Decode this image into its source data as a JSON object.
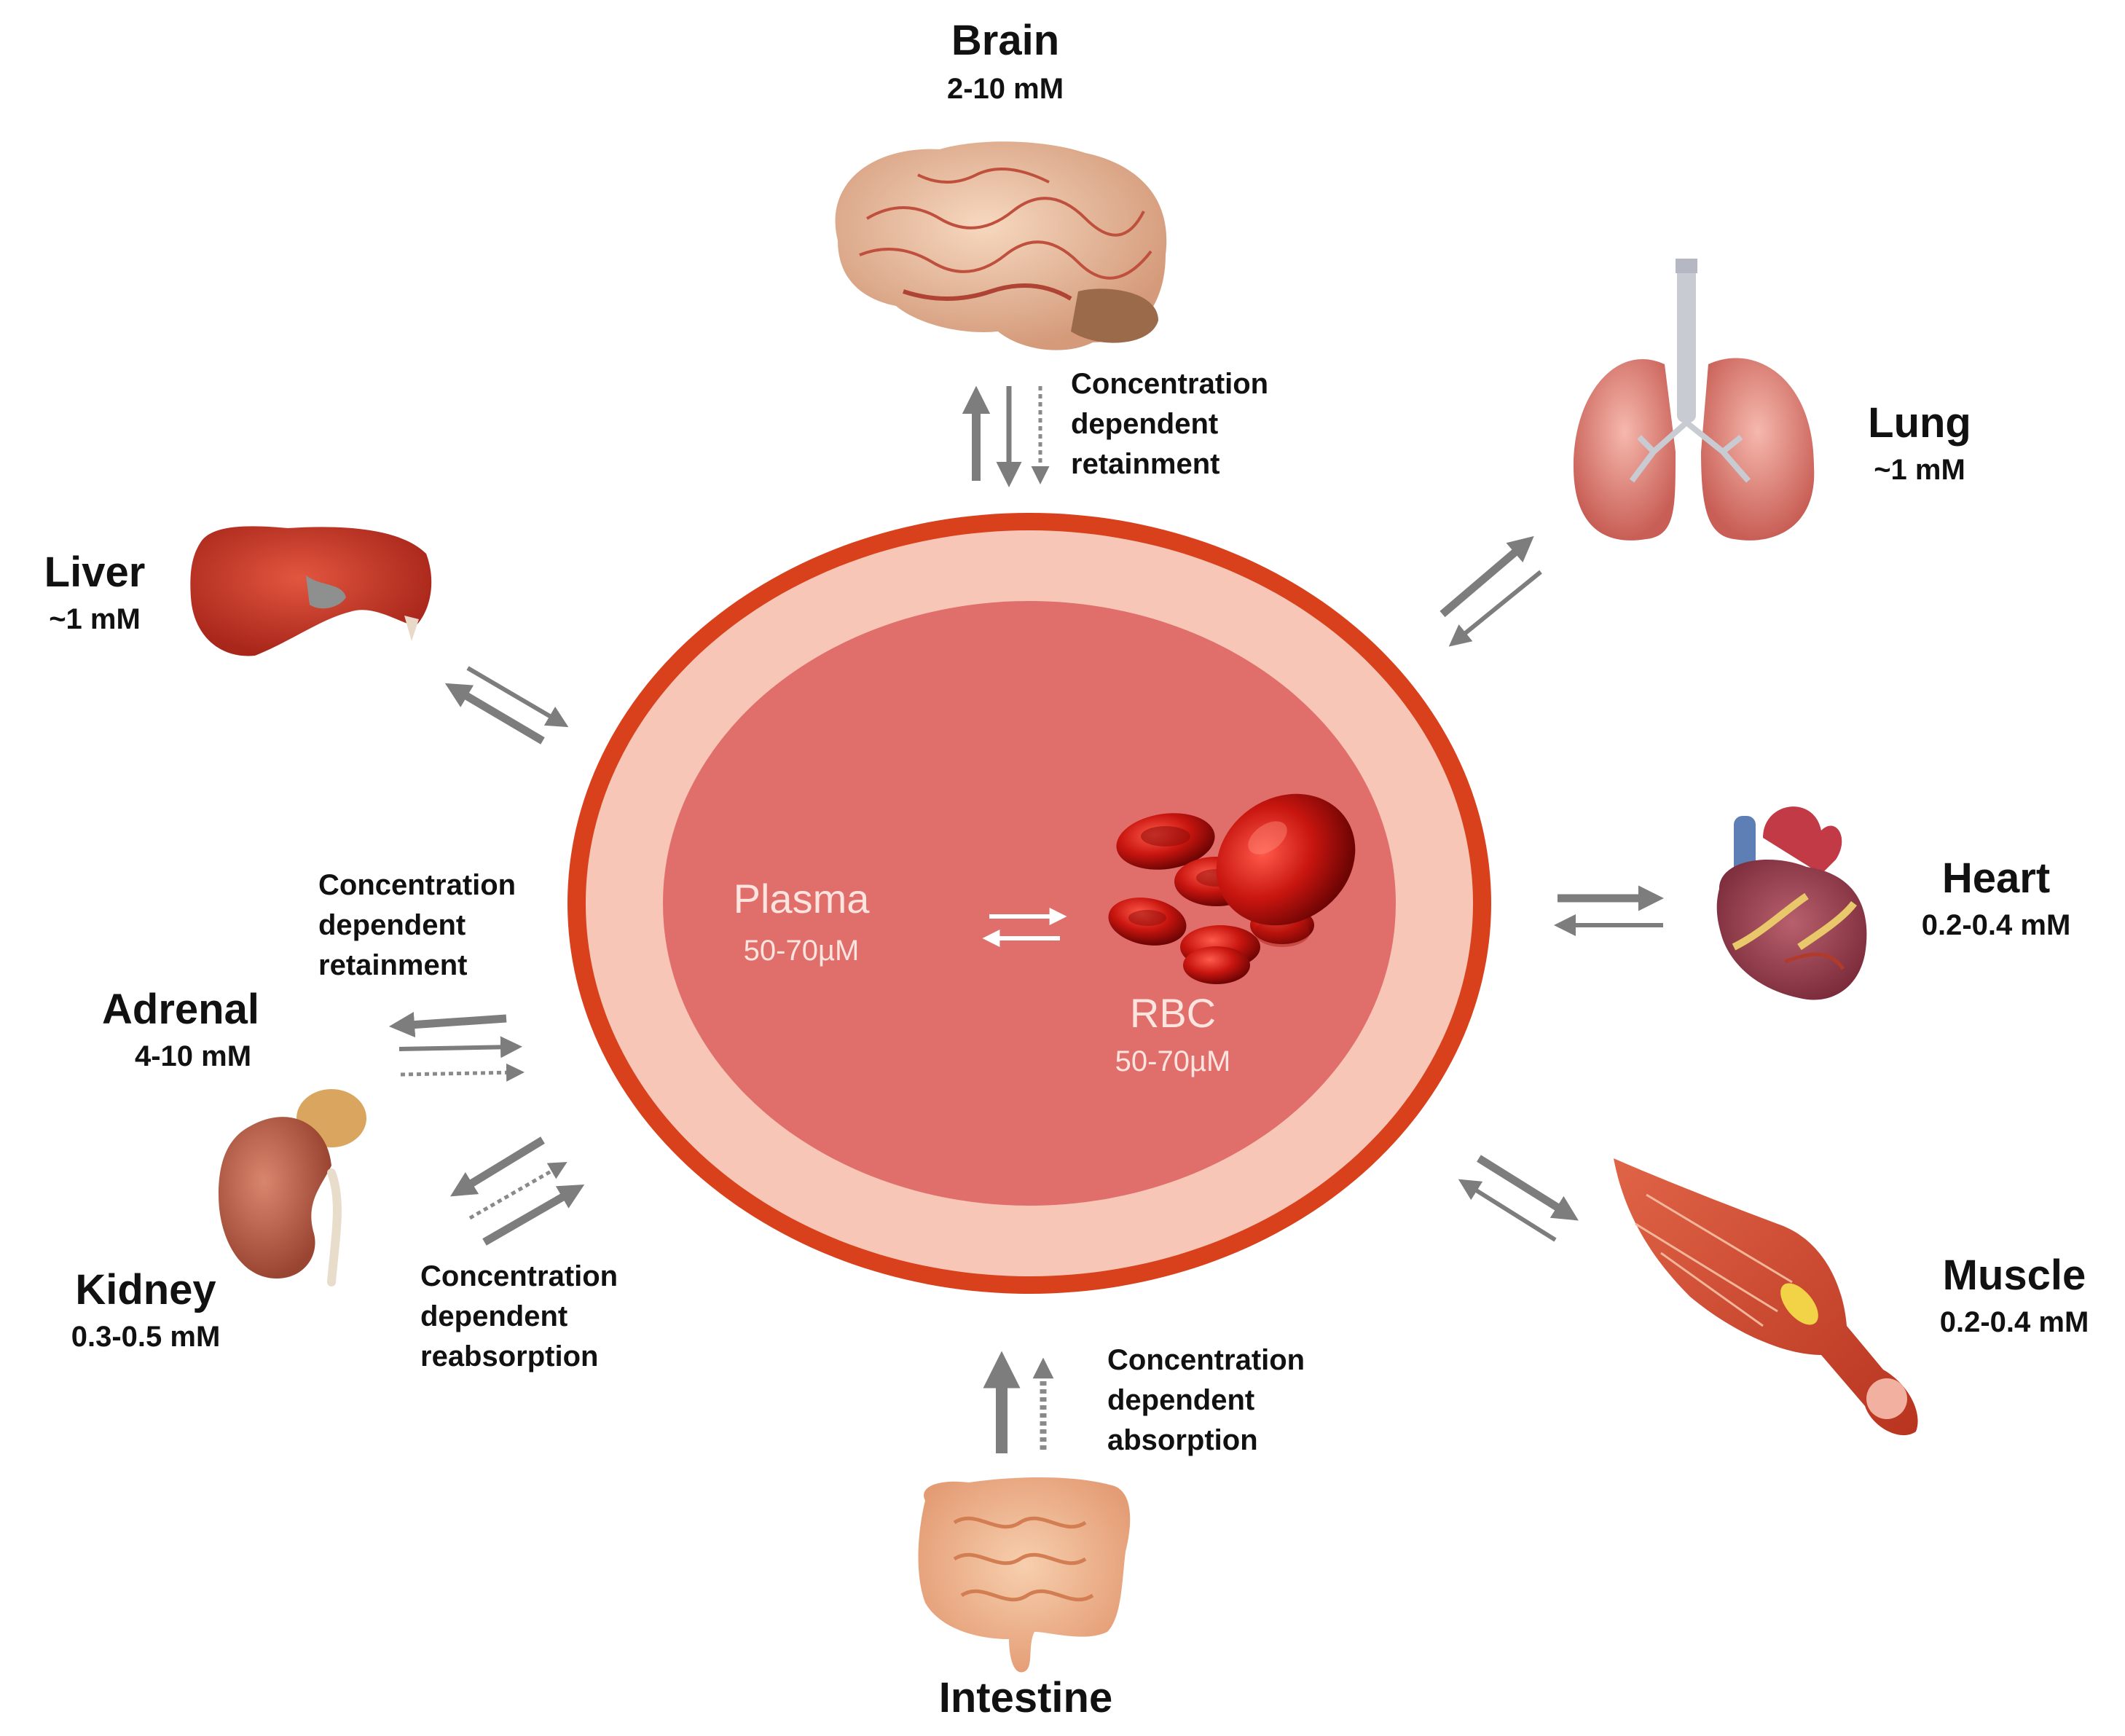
{
  "center": {
    "plasma": {
      "name": "Plasma",
      "conc": "50-70µM"
    },
    "rbc": {
      "name": "RBC",
      "conc": "50-70µM"
    }
  },
  "organs": {
    "brain": {
      "name": "Brain",
      "conc": "2-10 mM"
    },
    "lung": {
      "name": "Lung",
      "conc": "~1 mM"
    },
    "liver": {
      "name": "Liver",
      "conc": "~1 mM"
    },
    "heart": {
      "name": "Heart",
      "conc": "0.2-0.4 mM"
    },
    "adrenal": {
      "name": "Adrenal",
      "conc": "4-10 mM"
    },
    "kidney": {
      "name": "Kidney",
      "conc": "0.3-0.5 mM"
    },
    "muscle": {
      "name": "Muscle",
      "conc": "0.2-0.4 mM"
    },
    "intestine": {
      "name": "Intestine",
      "conc": ""
    }
  },
  "notes": {
    "brain": [
      "Concentration",
      "dependent",
      "retainment"
    ],
    "adrenal": [
      "Concentration",
      "dependent",
      "retainment"
    ],
    "kidney": [
      "Concentration",
      "dependent",
      "reabsorption"
    ],
    "intestine": [
      "Concentration",
      "dependent",
      "absorption"
    ]
  },
  "colors": {
    "ring": "#d9401c",
    "outer_fill": "#f8c6b6",
    "plasma_fill": "#e06e6b",
    "rbc": "#c8150f",
    "arrow": "#7d7d7d"
  }
}
